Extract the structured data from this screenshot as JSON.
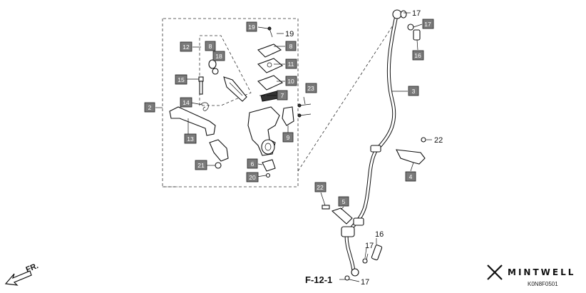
{
  "callouts": {
    "c19a": "19",
    "c19b": "19",
    "c12": "12",
    "c8a": "8",
    "c18": "18",
    "c8b": "8",
    "c11": "11",
    "c10": "10",
    "c7": "7",
    "c15": "15",
    "c23": "23",
    "c14": "14",
    "c2": "2",
    "c13": "13",
    "c9": "9",
    "c21": "21",
    "c6": "6",
    "c20": "20",
    "c17a": "17",
    "c17b": "17",
    "c16a": "16",
    "c3": "3",
    "c22a": "22",
    "c4": "4",
    "c22b": "22",
    "c5": "5",
    "c16b": "16",
    "c17c": "17",
    "c17d": "17"
  },
  "reference": "F-12-1",
  "direction_label": "FR.",
  "brand": "MINTWELL",
  "diagram_code": "K0N8F0501"
}
